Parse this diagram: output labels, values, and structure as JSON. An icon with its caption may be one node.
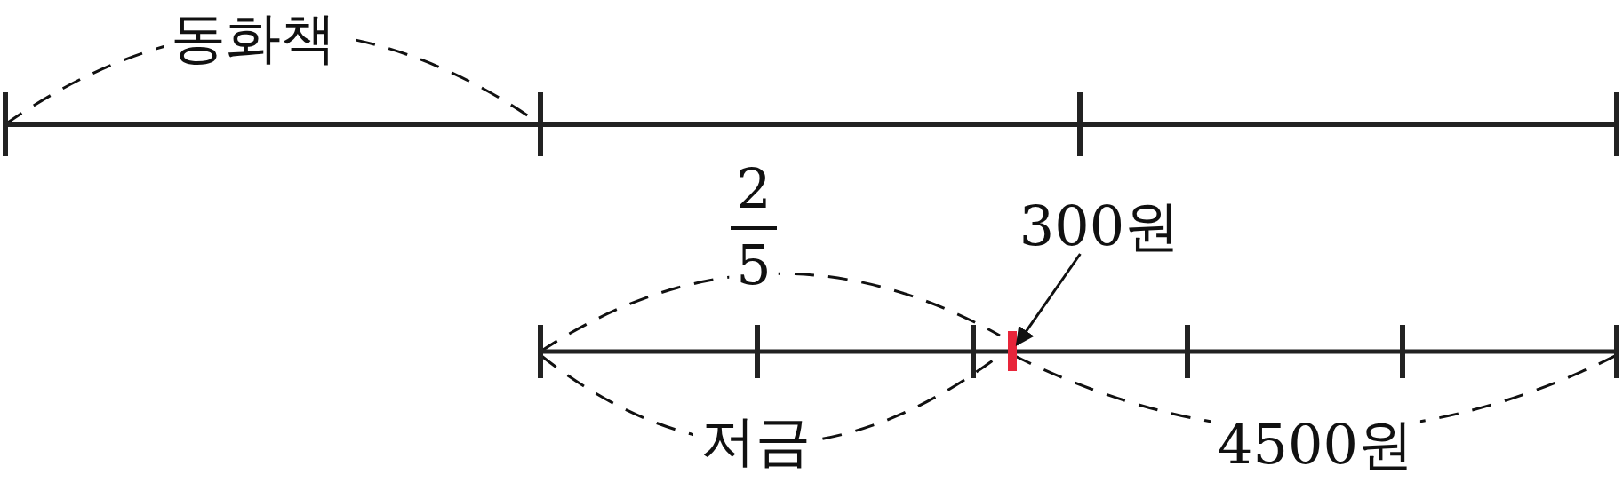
{
  "diagram": {
    "nodes": [
      {
        "text": [
          "300원"
        ]
      },
      {
        "text": [],
        "shape": "bar"
      }
    ],
    "edges": [
      {
        "from": 0,
        "to": 1,
        "arrow": "to"
      }
    ],
    "labels": [
      "동화책",
      "2",
      "5",
      "저금",
      "4500원"
    ]
  }
}
